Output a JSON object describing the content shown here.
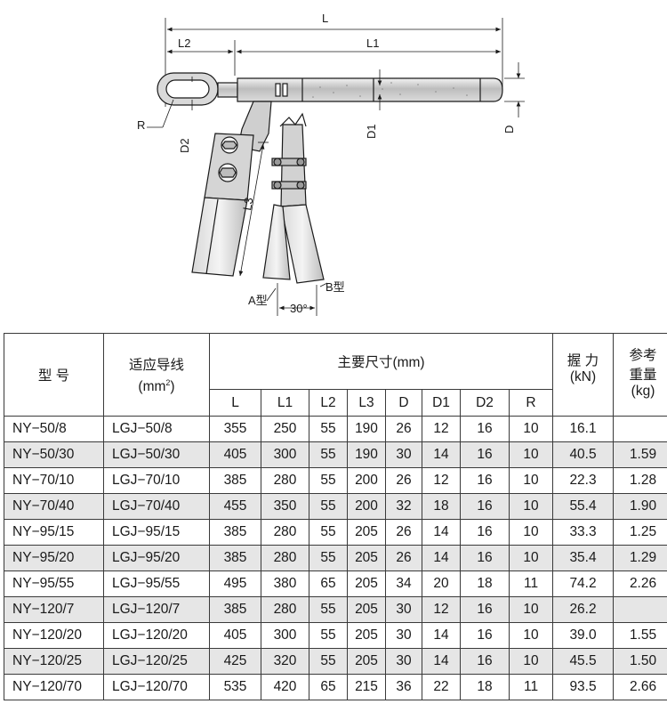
{
  "drawing": {
    "labels": {
      "L": "L",
      "L1": "L1",
      "L2": "L2",
      "L3": "L3",
      "D": "D",
      "D1": "D1",
      "D2": "D2",
      "R": "R",
      "type_a": "A型",
      "type_b": "B型",
      "angle": "30°"
    }
  },
  "table": {
    "headers": {
      "model": "型 号",
      "wire_line1": "适应导线",
      "wire_unit_base": "(mm",
      "wire_unit_sup": "2",
      "wire_unit_close": ")",
      "main_dims": "主要尺寸(mm)",
      "grip_line1": "握 力",
      "grip_line2": "(kN)",
      "weight_line1": "参考",
      "weight_line2": "重量",
      "weight_line3": "(kg)",
      "sub": [
        "L",
        "L1",
        "L2",
        "L3",
        "D",
        "D1",
        "D2",
        "R"
      ]
    },
    "rows": [
      {
        "model": "NY−50/8",
        "wire": "LGJ−50/8",
        "L": "355",
        "L1": "250",
        "L2": "55",
        "L3": "190",
        "D": "26",
        "D1": "12",
        "D2": "16",
        "R": "10",
        "grip": "16.1",
        "weight": ""
      },
      {
        "model": "NY−50/30",
        "wire": "LGJ−50/30",
        "L": "405",
        "L1": "300",
        "L2": "55",
        "L3": "190",
        "D": "30",
        "D1": "14",
        "D2": "16",
        "R": "10",
        "grip": "40.5",
        "weight": "1.59"
      },
      {
        "model": "NY−70/10",
        "wire": "LGJ−70/10",
        "L": "385",
        "L1": "280",
        "L2": "55",
        "L3": "200",
        "D": "26",
        "D1": "12",
        "D2": "16",
        "R": "10",
        "grip": "22.3",
        "weight": "1.28"
      },
      {
        "model": "NY−70/40",
        "wire": "LGJ−70/40",
        "L": "455",
        "L1": "350",
        "L2": "55",
        "L3": "200",
        "D": "32",
        "D1": "18",
        "D2": "16",
        "R": "10",
        "grip": "55.4",
        "weight": "1.90"
      },
      {
        "model": "NY−95/15",
        "wire": "LGJ−95/15",
        "L": "385",
        "L1": "280",
        "L2": "55",
        "L3": "205",
        "D": "26",
        "D1": "14",
        "D2": "16",
        "R": "10",
        "grip": "33.3",
        "weight": "1.25"
      },
      {
        "model": "NY−95/20",
        "wire": "LGJ−95/20",
        "L": "385",
        "L1": "280",
        "L2": "55",
        "L3": "205",
        "D": "26",
        "D1": "14",
        "D2": "16",
        "R": "10",
        "grip": "35.4",
        "weight": "1.29"
      },
      {
        "model": "NY−95/55",
        "wire": "LGJ−95/55",
        "L": "495",
        "L1": "380",
        "L2": "65",
        "L3": "205",
        "D": "34",
        "D1": "20",
        "D2": "18",
        "R": "11",
        "grip": "74.2",
        "weight": "2.26"
      },
      {
        "model": "NY−120/7",
        "wire": "LGJ−120/7",
        "L": "385",
        "L1": "280",
        "L2": "55",
        "L3": "205",
        "D": "30",
        "D1": "12",
        "D2": "16",
        "R": "10",
        "grip": "26.2",
        "weight": ""
      },
      {
        "model": "NY−120/20",
        "wire": "LGJ−120/20",
        "L": "405",
        "L1": "300",
        "L2": "55",
        "L3": "205",
        "D": "30",
        "D1": "14",
        "D2": "16",
        "R": "10",
        "grip": "39.0",
        "weight": "1.55"
      },
      {
        "model": "NY−120/25",
        "wire": "LGJ−120/25",
        "L": "425",
        "L1": "320",
        "L2": "55",
        "L3": "205",
        "D": "30",
        "D1": "14",
        "D2": "16",
        "R": "10",
        "grip": "45.5",
        "weight": "1.50"
      },
      {
        "model": "NY−120/70",
        "wire": "LGJ−120/70",
        "L": "535",
        "L1": "420",
        "L2": "65",
        "L3": "215",
        "D": "36",
        "D1": "22",
        "D2": "18",
        "R": "11",
        "grip": "93.5",
        "weight": "2.66"
      }
    ]
  }
}
